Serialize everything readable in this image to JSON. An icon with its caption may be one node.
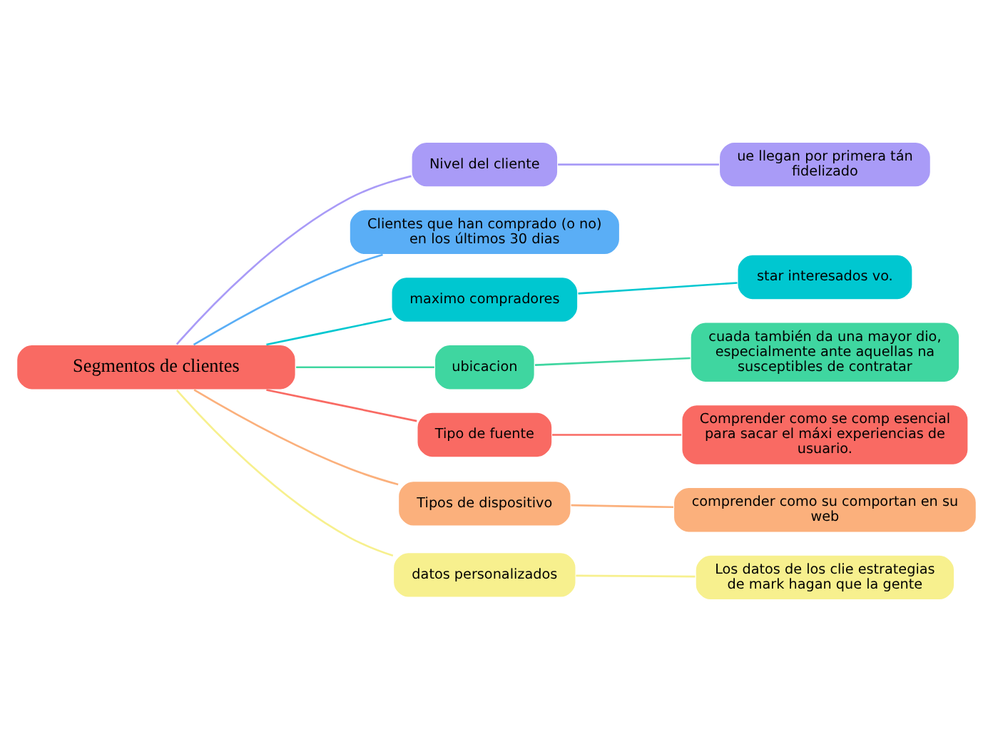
{
  "diagram": {
    "nodes": [
      {
        "text": [
          "Segmentos de clientes"
        ]
      },
      {
        "text": [
          "Nivel del cliente"
        ]
      },
      {
        "text": [
          "ue llegan por primera tán fidelizado"
        ]
      },
      {
        "text": [
          "Clientes que han comprado (o no) en los últimos 30 dias"
        ]
      },
      {
        "text": [
          "maximo compradores"
        ]
      },
      {
        "text": [
          "star interesados vo."
        ]
      },
      {
        "text": [
          "ubicacion"
        ]
      },
      {
        "text": [
          "cuada también da una mayor dio, especialmente ante aquellas na susceptibles de contratar"
        ]
      },
      {
        "text": [
          "Tipo de fuente"
        ]
      },
      {
        "text": [
          "Comprender como se comp esencial para sacar el máxi experiencias de usuario."
        ]
      },
      {
        "text": [
          "Tipos de dispositivo"
        ]
      },
      {
        "text": [
          "comprender como su comportan en su web"
        ]
      },
      {
        "text": [
          "datos personalizados"
        ]
      },
      {
        "text": [
          "Los datos de los clie estrategias de mark hagan que la gente"
        ]
      }
    ],
    "edges": [
      {
        "from": 0,
        "to": 1,
        "arrow": "none",
        "color": "#a99bf7"
      },
      {
        "from": 1,
        "to": 2,
        "arrow": "none",
        "color": "#a99bf7"
      },
      {
        "from": 0,
        "to": 3,
        "arrow": "none",
        "color": "#5aaef6"
      },
      {
        "from": 0,
        "to": 4,
        "arrow": "none",
        "color": "#00c7d0"
      },
      {
        "from": 4,
        "to": 5,
        "arrow": "none",
        "color": "#00c7d0"
      },
      {
        "from": 0,
        "to": 6,
        "arrow": "none",
        "color": "#3fd6a0"
      },
      {
        "from": 6,
        "to": 7,
        "arrow": "none",
        "color": "#3fd6a0"
      },
      {
        "from": 0,
        "to": 8,
        "arrow": "none",
        "color": "#f96a63"
      },
      {
        "from": 8,
        "to": 9,
        "arrow": "none",
        "color": "#f96a63"
      },
      {
        "from": 0,
        "to": 10,
        "arrow": "none",
        "color": "#fbb07c"
      },
      {
        "from": 10,
        "to": 11,
        "arrow": "none",
        "color": "#fbb07c"
      },
      {
        "from": 0,
        "to": 12,
        "arrow": "none",
        "color": "#f7f08e"
      },
      {
        "from": 12,
        "to": 13,
        "arrow": "none",
        "color": "#f7f08e"
      }
    ]
  }
}
